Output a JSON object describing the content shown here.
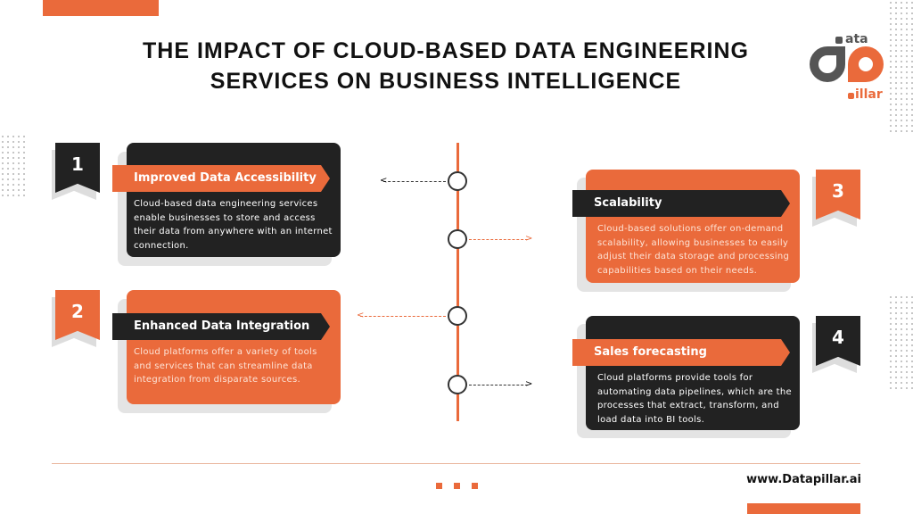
{
  "title": {
    "line1": "THE IMPACT OF CLOUD-BASED DATA ENGINEERING",
    "line2": "SERVICES ON BUSINESS INTELLIGENCE"
  },
  "logo": {
    "top": "ata",
    "bottom": "illar"
  },
  "items": [
    {
      "number": "1",
      "heading": "Improved Data Accessibility",
      "text": "Cloud-based data engineering services enable businesses to store and access their data from anywhere with an internet connection."
    },
    {
      "number": "2",
      "heading": "Enhanced Data Integration",
      "text": "Cloud platforms offer a variety of tools and services that can streamline data integration from disparate sources."
    },
    {
      "number": "3",
      "heading": "Scalability",
      "text": "Cloud-based solutions offer on-demand scalability, allowing businesses to easily adjust their data storage and processing capabilities based on their needs."
    },
    {
      "number": "4",
      "heading": "Sales forecasting",
      "text": "Cloud platforms provide tools for automating data pipelines, which are the processes that extract, transform, and load data into BI tools."
    }
  ],
  "footer": {
    "url": "www.Datapillar.ai"
  },
  "colors": {
    "accent": "#ea6a3b",
    "dark": "#222222"
  }
}
